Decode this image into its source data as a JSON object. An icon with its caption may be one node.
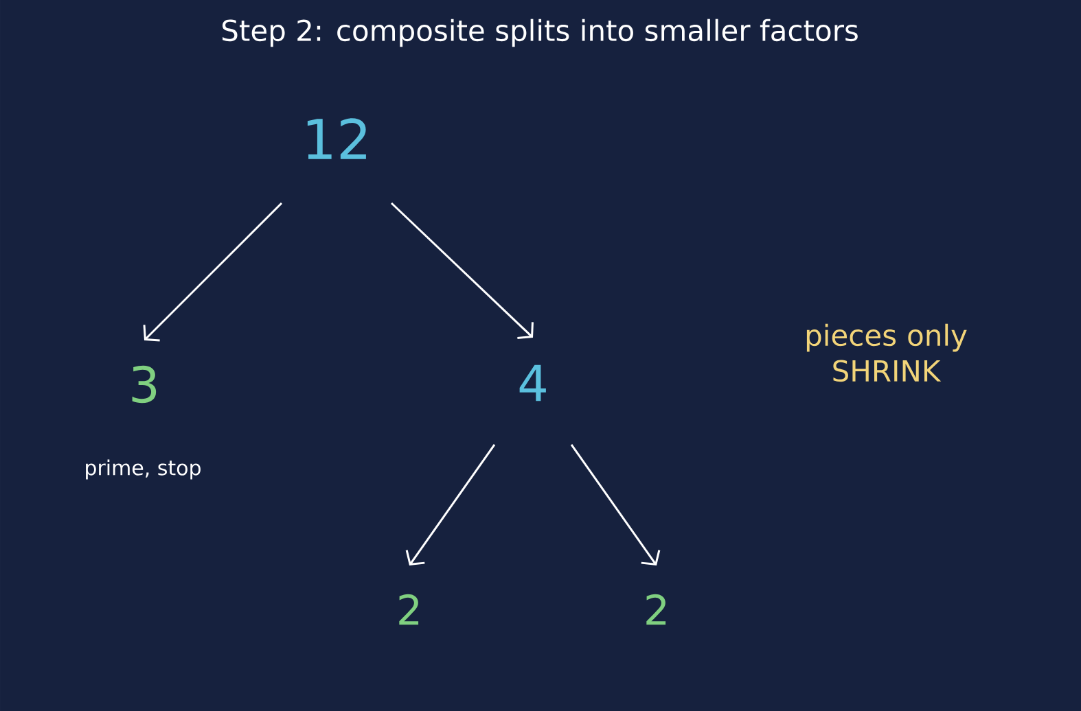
{
  "diagram": {
    "title": "Step 2: composite splits into smaller factors",
    "nodes": [
      {
        "text": [
          "12"
        ]
      },
      {
        "text": [
          "3"
        ],
        "beside": [
          "prime, stop"
        ]
      },
      {
        "text": [
          "4"
        ]
      },
      {
        "text": [
          "2"
        ]
      },
      {
        "text": [
          "2"
        ]
      }
    ],
    "edges": [
      {
        "from": 0,
        "to": 1,
        "arrow": "to"
      },
      {
        "from": 0,
        "to": 2,
        "arrow": "to"
      },
      {
        "from": 2,
        "to": 3,
        "arrow": "to"
      },
      {
        "from": 2,
        "to": 4,
        "arrow": "to"
      }
    ],
    "labels": [
      "pieces only SHRINK"
    ]
  }
}
